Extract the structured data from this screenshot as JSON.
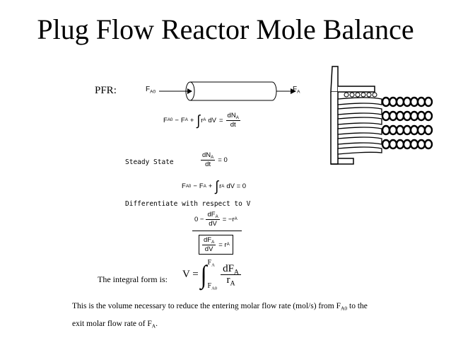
{
  "title": "Plug Flow Reactor Mole Balance",
  "pfr_label": "PFR:",
  "diagram": {
    "inlet": "F",
    "inlet_sub": "A0",
    "outlet": "F",
    "outlet_sub": "A"
  },
  "eq1": {
    "lhs_f": "F",
    "lhs_f_sub": "A0",
    "minus": "−",
    "f2": "F",
    "f2_sub": "A",
    "plus": "+",
    "integral": "∫",
    "r": "r",
    "r_sub": "A",
    "dv": "dV",
    "equals": "=",
    "num_d": "dN",
    "num_sub": "A",
    "den": "dt"
  },
  "steady_state_label": "Steady State",
  "eq2": {
    "num_d": "dN",
    "num_sub": "A",
    "den": "dt",
    "rhs": "= 0"
  },
  "eq3": {
    "f1": "F",
    "f1_sub": "A0",
    "minus": "−",
    "f2": "F",
    "f2_sub": "A",
    "plus": "+",
    "integral": "∫",
    "r": "r",
    "r_sub": "A",
    "rhs": "dV = 0"
  },
  "differentiate_label": "Differentiate with respect to V",
  "eq4": {
    "lhs": "0 −",
    "num_d": "dF",
    "num_sub": "A",
    "den": "dV",
    "rhs": "= −r",
    "rhs_sub": "A"
  },
  "eq5": {
    "num_d": "dF",
    "num_sub": "A",
    "den": "dV",
    "rhs": "= r",
    "rhs_sub": "A"
  },
  "integral_form_label": "The integral form is:",
  "integral_eq": {
    "lhs": "V =",
    "integral": "∫",
    "upper": "F",
    "upper_sub": "A",
    "lower": "F",
    "lower_sub": "A0",
    "num_d": "dF",
    "num_sub": "A",
    "den": "r",
    "den_sub": "A"
  },
  "note": {
    "line1_before": "This is the volume necessary to reduce the entering molar flow rate (mol/s) from F",
    "line1_sub": "A0",
    "line1_after": " to the",
    "line2_before": "exit molar flow rate of F",
    "line2_sub": "A",
    "line2_after": "."
  }
}
